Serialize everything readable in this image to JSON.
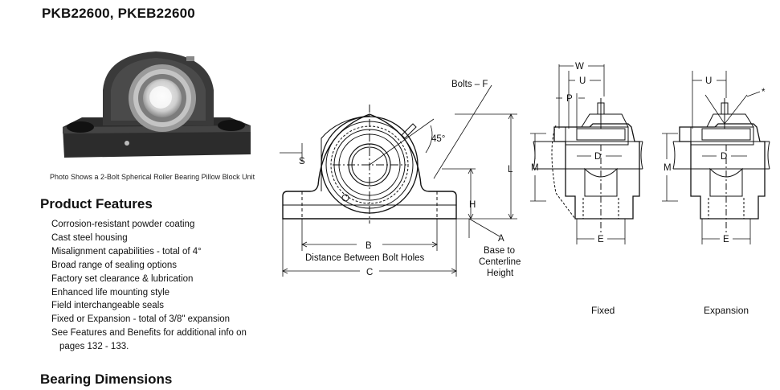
{
  "header": {
    "title": "PKB22600, PKEB22600"
  },
  "photo": {
    "caption": "Photo Shows a 2-Bolt Spherical Roller Bearing Pillow Block Unit"
  },
  "features": {
    "heading": "Product Features",
    "items": [
      "Corrosion-resistant powder coating",
      "Cast steel housing",
      "Misalignment capabilities - total of 4°",
      "Broad range of sealing options",
      "Factory set clearance & lubrication",
      "Enhanced life mounting style",
      "Field interchangeable seals",
      "Fixed or Expansion - total of 3/8\" expansion",
      "See Features and Benefits for additional info on"
    ],
    "continuation": "pages 132 - 133."
  },
  "drawing": {
    "bolts_label": "Bolts – F",
    "angle_label": "45°",
    "s_label": "S",
    "l_label": "L",
    "h_label": "H",
    "b_label": "B",
    "b_desc": "Distance Between Bolt Holes",
    "c_label": "C",
    "a_label": "A",
    "a_desc_1": "Base to",
    "a_desc_2": "Centerline",
    "a_desc_3": "Height",
    "w_label": "W",
    "u_label": "U",
    "p_label": "P",
    "m_label": "M",
    "d_label": "D",
    "e_label": "E",
    "star_label": "*",
    "fixed_label": "Fixed",
    "expansion_label": "Expansion"
  },
  "section2": {
    "heading": "Bearing Dimensions"
  }
}
